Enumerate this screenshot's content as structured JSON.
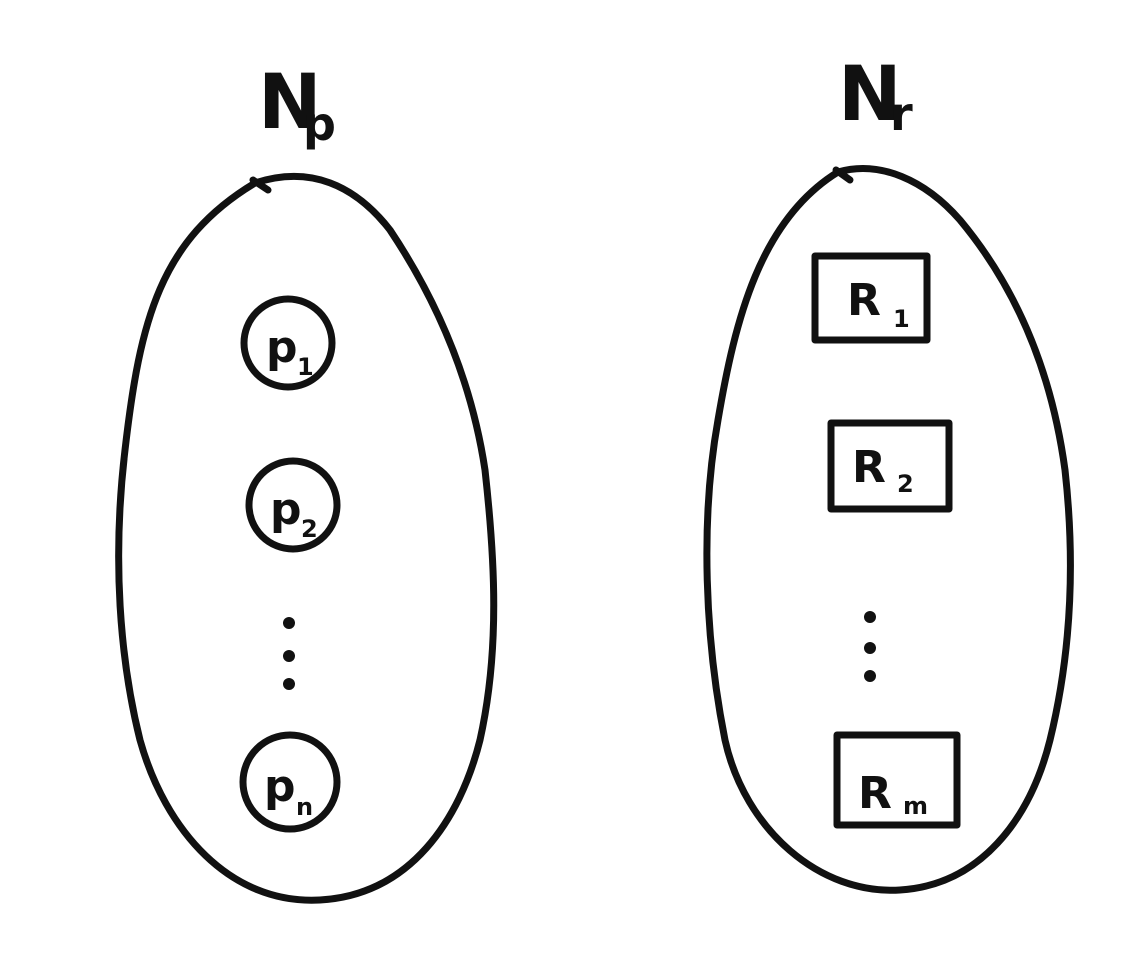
{
  "sets": [
    {
      "id": "p",
      "label": {
        "main": "N",
        "sub": "p"
      },
      "element_shape": "circle",
      "fill": "#f8e2d4",
      "elements": [
        {
          "main": "p",
          "sub": "1"
        },
        {
          "main": "p",
          "sub": "2"
        },
        {
          "main": "p",
          "sub": "n"
        }
      ]
    },
    {
      "id": "r",
      "label": {
        "main": "N",
        "sub": "r"
      },
      "element_shape": "rectangle",
      "fill": "#dff7d8",
      "elements": [
        {
          "main": "R",
          "sub": "1"
        },
        {
          "main": "R",
          "sub": "2"
        },
        {
          "main": "R",
          "sub": "m"
        }
      ]
    }
  ],
  "colors": {
    "stroke": "#111111",
    "background": "#ffffff"
  }
}
